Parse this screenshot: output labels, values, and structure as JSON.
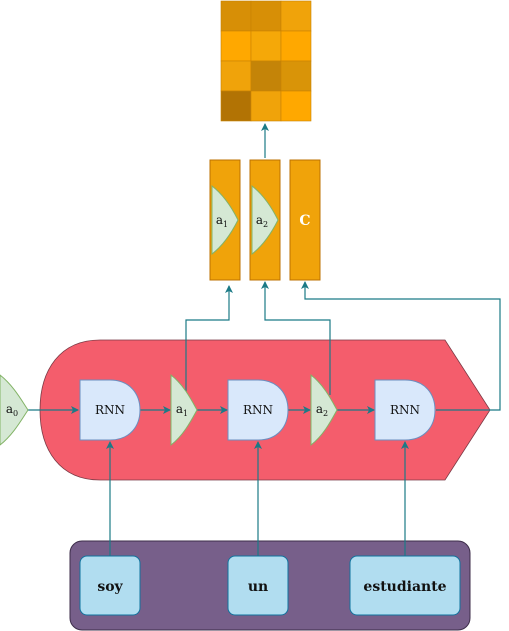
{
  "diagram": {
    "rnn_label": "RNN",
    "hidden_states": [
      {
        "base": "a",
        "sub": "0"
      },
      {
        "base": "a",
        "sub": "1"
      },
      {
        "base": "a",
        "sub": "2"
      }
    ],
    "context_label": "C",
    "input_words": [
      "soy",
      "un",
      "estudiante"
    ]
  },
  "colors": {
    "encoder_fill": "#f45d6c",
    "input_bar_fill": "#775f8a",
    "rnn_cell_fill": "#d9e8fb",
    "word_box_fill": "#b1ddf0",
    "state_fill": "#d5e8d4",
    "vector_fill": "#f0a30a",
    "arrow": "#1b7a86"
  }
}
